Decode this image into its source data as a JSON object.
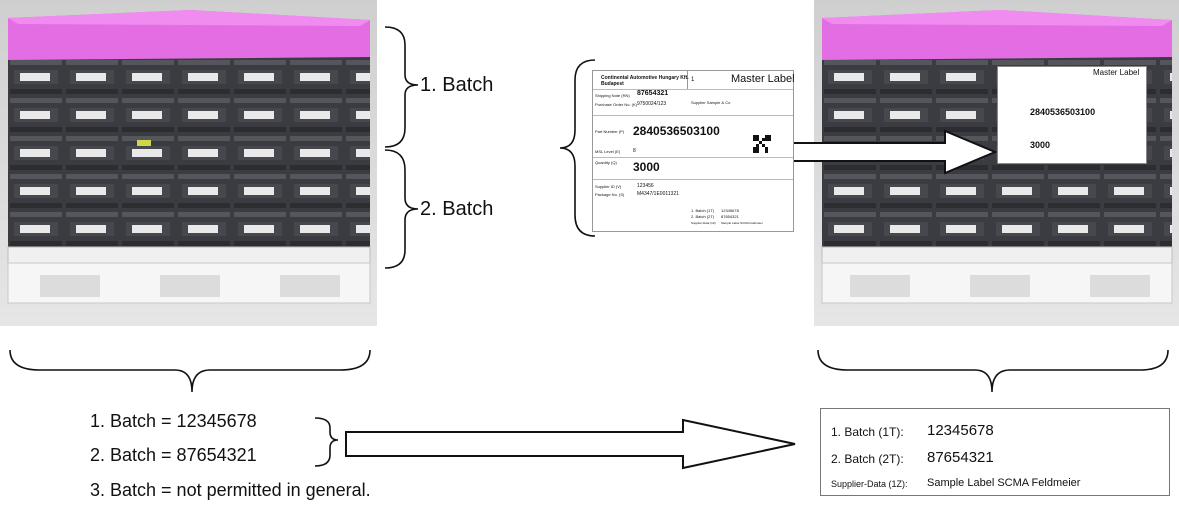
{
  "pallet_batches": [
    "1.  Batch",
    "2.  Batch"
  ],
  "master_label": {
    "supplier_name_line1": "Continental Automotive Hungary Kft.",
    "supplier_name_line2": "Budapest",
    "label_title": "Master Label",
    "field_no": "1",
    "shipping_note_label": "Shipping Note (RN)",
    "shipping_note": "87654321",
    "purchase_order_label": "Purchase Order No. (K)",
    "purchase_order": "9750024/123",
    "supplier_label": "Supplier",
    "supplier": "Supplier Sample & Co",
    "part_number_label": "Part Number (P)",
    "part_number": "2840536503100",
    "quantity_label": "Quantity (Q)",
    "quantity": "3000",
    "supplier_id_label": "Supplier ID (V)",
    "supplier_id": "123456",
    "package_no_label": "Package No. (S)",
    "package_no": "M4347/1E0011321",
    "batch1_label": "1. Batch (1T)",
    "batch1": "12345678",
    "batch2_label": "2. Batch (2T)",
    "batch2": "87654321",
    "supplier_data_label": "Supplier-Data (1Z)",
    "supplier_data": "Sample Label SCMA Feldmeier",
    "msl_label": "MSL Level (E)",
    "msl": "8"
  },
  "summary_lines": [
    "1. Batch = 12345678",
    "2. Batch = 87654321",
    "3. Batch = not permitted in general."
  ],
  "detail_box": {
    "rows": [
      {
        "label": "1. Batch (1T):",
        "value": "12345678"
      },
      {
        "label": "2. Batch (2T):",
        "value": "87654321"
      },
      {
        "label": "Supplier-Data (1Z):",
        "value": "Sample Label SCMA Feldmeier"
      }
    ]
  },
  "colors": {
    "pallet_lid": "#e36ee3",
    "crate": "#3e3f44",
    "pallet_base": "#f2f2f2",
    "background_gray": "#d8d8d8"
  }
}
